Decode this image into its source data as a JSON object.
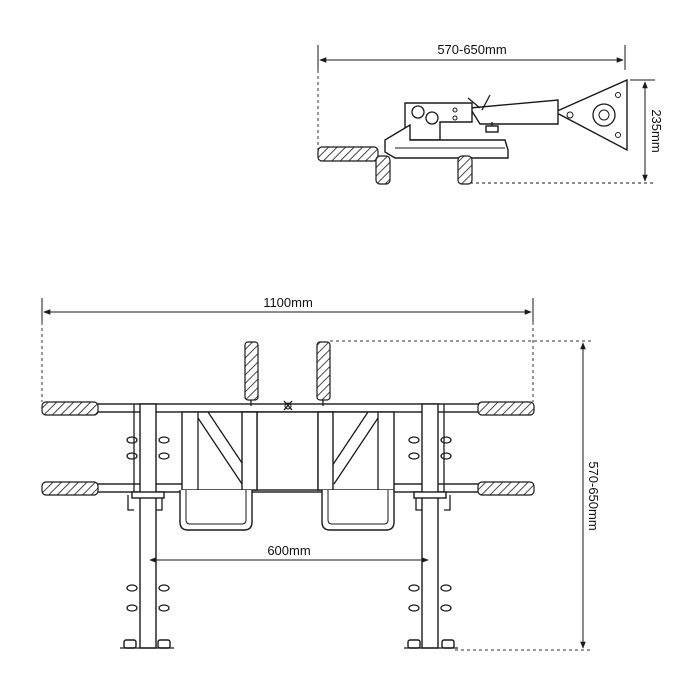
{
  "side_view": {
    "width_label": "570-650mm",
    "height_label": "235mm"
  },
  "front_view": {
    "width_label": "1100mm",
    "post_spacing_label": "600mm",
    "height_label": "570-650mm"
  },
  "colors": {
    "line": "#1a1a1a",
    "background": "#ffffff"
  }
}
